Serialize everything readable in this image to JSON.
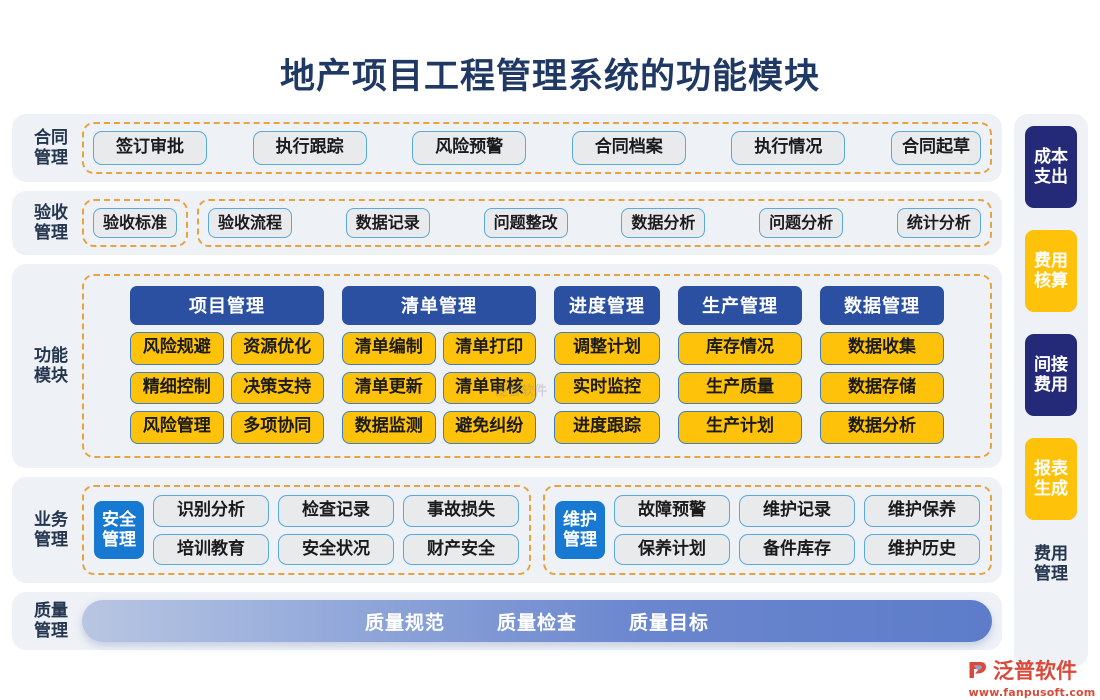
{
  "page": {
    "title": "地产项目工程管理系统的功能模块",
    "colors": {
      "title": "#1f3864",
      "row_bg": "#eef1f6",
      "dashed_border": "#e8a33d",
      "pill_bg": "#e9eaec",
      "pill_border": "#5aa9de",
      "yellow": "#ffc20a",
      "header_blue": "#2b50a1",
      "label_blue": "#1779d1",
      "navy": "#242a77",
      "logo_red": "#d94a3a"
    }
  },
  "rows": {
    "contract": {
      "label": "合同\n管理",
      "items": [
        "签订审批",
        "执行跟踪",
        "风险预警",
        "合同档案",
        "执行情况",
        "合同起草"
      ]
    },
    "acceptance": {
      "label": "验收\n管理",
      "solo": [
        "验收标准"
      ],
      "items": [
        "验收流程",
        "数据记录",
        "问题整改",
        "数据分析",
        "问题分析",
        "统计分析"
      ]
    },
    "function": {
      "label": "功能\n模块",
      "groups": [
        {
          "head": "项目管理",
          "cols": 2,
          "items": [
            "风险规避",
            "资源优化",
            "精细控制",
            "决策支持",
            "风险管理",
            "多项协同"
          ]
        },
        {
          "head": "清单管理",
          "cols": 2,
          "items": [
            "清单编制",
            "清单打印",
            "清单更新",
            "清单审核",
            "数据监测",
            "避免纠纷"
          ]
        },
        {
          "head": "进度管理",
          "cols": 1,
          "items": [
            "调整计划",
            "实时监控",
            "进度跟踪"
          ]
        },
        {
          "head": "生产管理",
          "cols": 1,
          "items": [
            "库存情况",
            "生产质量",
            "生产计划"
          ]
        },
        {
          "head": "数据管理",
          "cols": 1,
          "items": [
            "数据收集",
            "数据存储",
            "数据分析"
          ]
        }
      ]
    },
    "business": {
      "label": "业务\n管理",
      "groups": [
        {
          "box": "安全\n管理",
          "items": [
            "识别分析",
            "检查记录",
            "事故损失",
            "培训教育",
            "安全状况",
            "财产安全"
          ]
        },
        {
          "box": "维护\n管理",
          "items": [
            "故障预警",
            "维护记录",
            "维护保养",
            "保养计划",
            "备件库存",
            "维护历史"
          ]
        }
      ]
    },
    "quality": {
      "label": "质量\n管理",
      "items": [
        "质量规范",
        "质量检查",
        "质量目标"
      ]
    }
  },
  "sidebar": {
    "buttons": [
      {
        "label": "成本\n支出",
        "style": "navy"
      },
      {
        "label": "费用\n核算",
        "style": "gold"
      },
      {
        "label": "间接\n费用",
        "style": "navy"
      },
      {
        "label": "报表\n生成",
        "style": "gold"
      }
    ],
    "footer": "费用\n管理"
  },
  "logo": {
    "name": "泛普软件",
    "url": "www.fanpusoft.com",
    "watermark": "泛普软件"
  }
}
